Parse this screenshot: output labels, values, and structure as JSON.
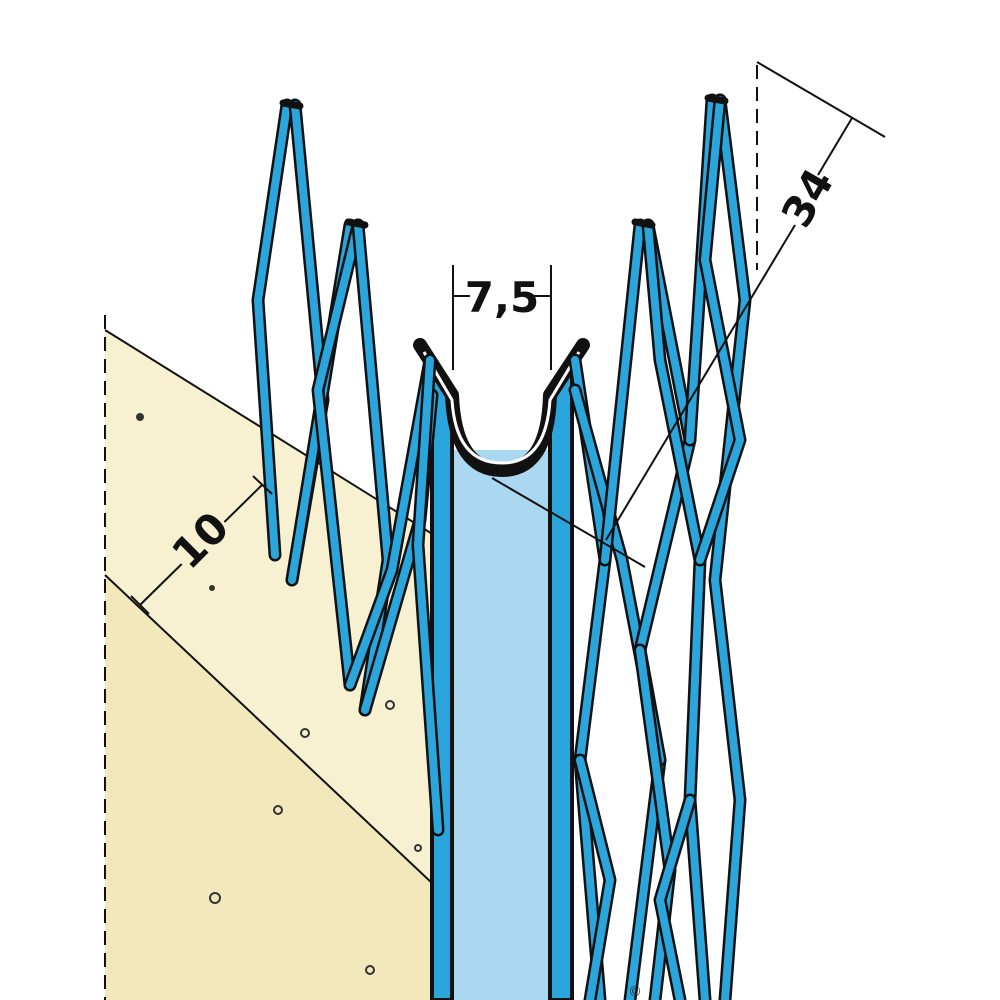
{
  "diagram": {
    "colors": {
      "mesh_blue": "#2aa6dd",
      "bead_light_blue": "#a9d8f0",
      "outline": "#111111",
      "plaster_light": "#f7f1d2",
      "plaster_dark": "#f3e8bb"
    },
    "dimensions": {
      "plaster_thickness": "10",
      "bead_opening": "7,5",
      "mesh_width": "34"
    }
  }
}
